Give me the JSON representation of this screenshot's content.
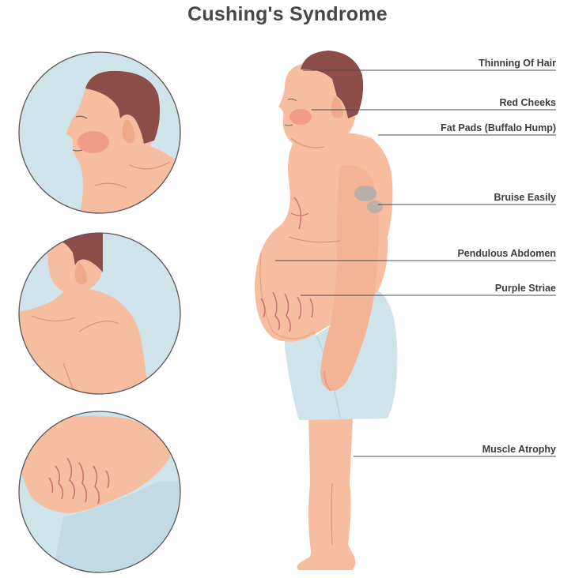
{
  "title": "Cushing's Syndrome",
  "labels": [
    {
      "id": "thinning-of-hair",
      "text": "Thinning Of Hair"
    },
    {
      "id": "red-cheeks",
      "text": "Red Cheeks"
    },
    {
      "id": "fat-pads",
      "text": "Fat Pads (Buffalo Hump)"
    },
    {
      "id": "bruise-easily",
      "text": "Bruise Easily"
    },
    {
      "id": "pendulous-abdomen",
      "text": "Pendulous Abdomen"
    },
    {
      "id": "purple-striae",
      "text": "Purple Striae"
    },
    {
      "id": "muscle-atrophy",
      "text": "Muscle Atrophy"
    }
  ],
  "colors": {
    "skin": "#f6bda0",
    "skin_shade": "#eea888",
    "hair": "#8c4d49",
    "cheek": "#ee9684",
    "shorts": "#cfe3ea",
    "circle_bg": "#cfe3ea",
    "bruise": "#b1aeae",
    "striae": "#c97373",
    "outline": "#7d6a6a",
    "title": "#4a4646"
  }
}
